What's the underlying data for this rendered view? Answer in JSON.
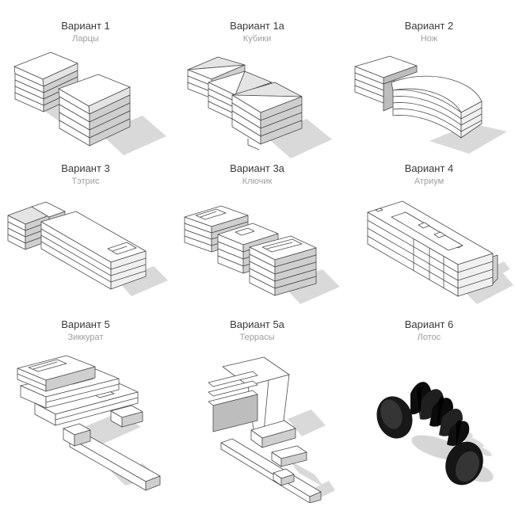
{
  "page": {
    "background": "#ffffff"
  },
  "colors": {
    "outline": "#4b4b4b",
    "face_top": "#ffffff",
    "face_side": "#cfcfcf",
    "face_recess": "#bdbdbd",
    "shadow": "#d9d9d9",
    "title_text": "#3a3a3a",
    "subtitle_text": "#9e9e9e",
    "lotus_dark": "#141414"
  },
  "cells": [
    {
      "id": "variant-1",
      "title": "Вариант 1",
      "subtitle": "Ларцы",
      "icon": "massing-model-caskets"
    },
    {
      "id": "variant-1a",
      "title": "Вариант 1а",
      "subtitle": "Кубики",
      "icon": "massing-model-cubes"
    },
    {
      "id": "variant-2",
      "title": "Вариант 2",
      "subtitle": "Нож",
      "icon": "massing-model-knife"
    },
    {
      "id": "variant-3",
      "title": "Вариант 3",
      "subtitle": "Тэтрис",
      "icon": "massing-model-tetris"
    },
    {
      "id": "variant-3a",
      "title": "Вариант 3а",
      "subtitle": "Ключик",
      "icon": "massing-model-key"
    },
    {
      "id": "variant-4",
      "title": "Вариант 4",
      "subtitle": "Атриум",
      "icon": "massing-model-atrium"
    },
    {
      "id": "variant-5",
      "title": "Вариант 5",
      "subtitle": "Зиккурат",
      "icon": "massing-model-ziggurat"
    },
    {
      "id": "variant-5a",
      "title": "Вариант 5а",
      "subtitle": "Террасы",
      "icon": "massing-model-terraces"
    },
    {
      "id": "variant-6",
      "title": "Вариант 6",
      "subtitle": "Лотос",
      "icon": "massing-model-lotus"
    }
  ]
}
